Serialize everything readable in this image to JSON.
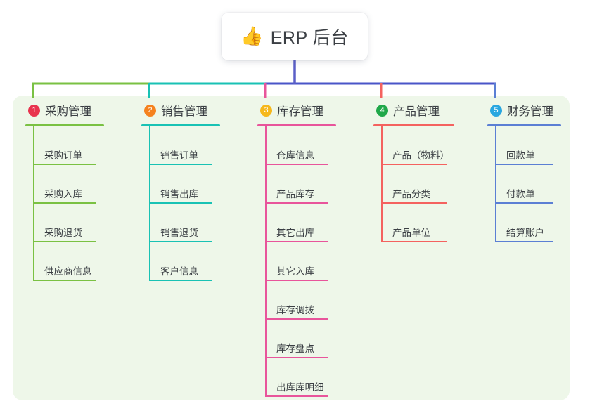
{
  "root": {
    "icon": "thumbs-up-emoji",
    "emoji": "👍",
    "title": "ERP 后台"
  },
  "theme": {
    "page_background": "#ffffff",
    "panel_background": "#eef7e9",
    "card_background": "#ffffff",
    "text_color": "#3b3f44"
  },
  "connectors": {
    "root_stem_color": "#5b5fc7",
    "bus_segments": [
      {
        "from": "branch-1",
        "to": "branch-2",
        "color": "#7ac143"
      },
      {
        "from": "branch-2",
        "to": "branch-3",
        "color": "#19c2b4"
      },
      {
        "from": "branch-3",
        "to": "branch-5",
        "color": "#4a55c8"
      }
    ]
  },
  "branches": [
    {
      "number": "1",
      "title": "采购管理",
      "badge_color": "#e8344e",
      "line_color": "#7ac143",
      "items": [
        {
          "label": "采购订单"
        },
        {
          "label": "采购入库"
        },
        {
          "label": "采购退货"
        },
        {
          "label": "供应商信息"
        }
      ]
    },
    {
      "number": "2",
      "title": "销售管理",
      "badge_color": "#f5821f",
      "line_color": "#19c2b4",
      "items": [
        {
          "label": "销售订单"
        },
        {
          "label": "销售出库"
        },
        {
          "label": "销售退货"
        },
        {
          "label": "客户信息"
        }
      ]
    },
    {
      "number": "3",
      "title": "库存管理",
      "badge_color": "#f6b81c",
      "line_color": "#e8559b",
      "items": [
        {
          "label": "仓库信息"
        },
        {
          "label": "产品库存"
        },
        {
          "label": "其它出库"
        },
        {
          "label": "其它入库"
        },
        {
          "label": "库存调拨"
        },
        {
          "label": "库存盘点"
        },
        {
          "label": "出库库明细"
        }
      ]
    },
    {
      "number": "4",
      "title": "产品管理",
      "badge_color": "#20a84a",
      "line_color": "#f4625f",
      "items": [
        {
          "label": "产品（物料）"
        },
        {
          "label": "产品分类"
        },
        {
          "label": "产品单位"
        }
      ]
    },
    {
      "number": "5",
      "title": "财务管理",
      "badge_color": "#29a7e0",
      "line_color": "#5b7fd4",
      "items": [
        {
          "label": "回款单"
        },
        {
          "label": "付款单"
        },
        {
          "label": "结算账户"
        }
      ]
    }
  ]
}
